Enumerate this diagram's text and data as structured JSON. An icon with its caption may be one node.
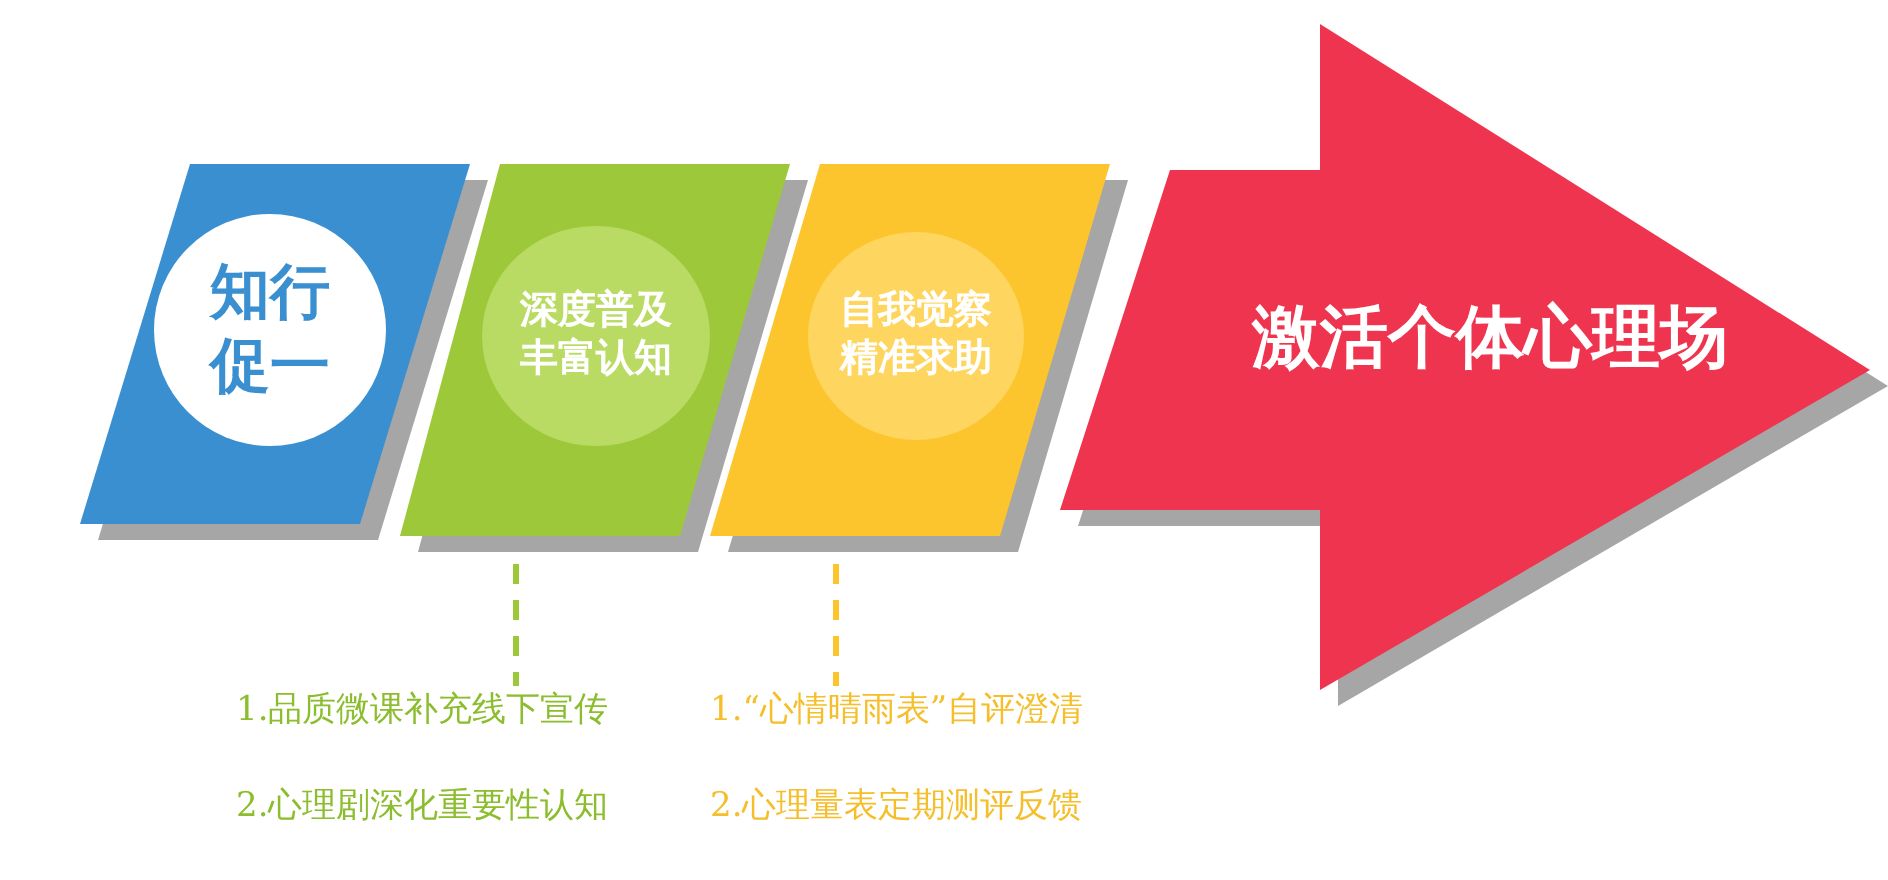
{
  "diagram": {
    "nodes": [
      {
        "text": [
          "知行促一"
        ]
      },
      {
        "text": [
          "深度普及丰富认知"
        ]
      },
      {
        "text": [
          "自我觉察精准求助"
        ]
      },
      {
        "text": [
          "激活个体心理场"
        ]
      },
      {
        "text": [
          "1.品质微课补充线下宣传",
          "2.心理剧深化重要性认知"
        ]
      },
      {
        "text": [
          "1.“心情晴雨表”自评澄清",
          "2.心理量表定期测评反馈"
        ]
      }
    ],
    "edges": [
      {
        "from": 1,
        "to": 4,
        "arrow": "none",
        "style": "dashed",
        "color": "#9cc83a"
      },
      {
        "from": 2,
        "to": 5,
        "arrow": "none",
        "style": "dashed",
        "color": "#fdc52d"
      }
    ]
  }
}
